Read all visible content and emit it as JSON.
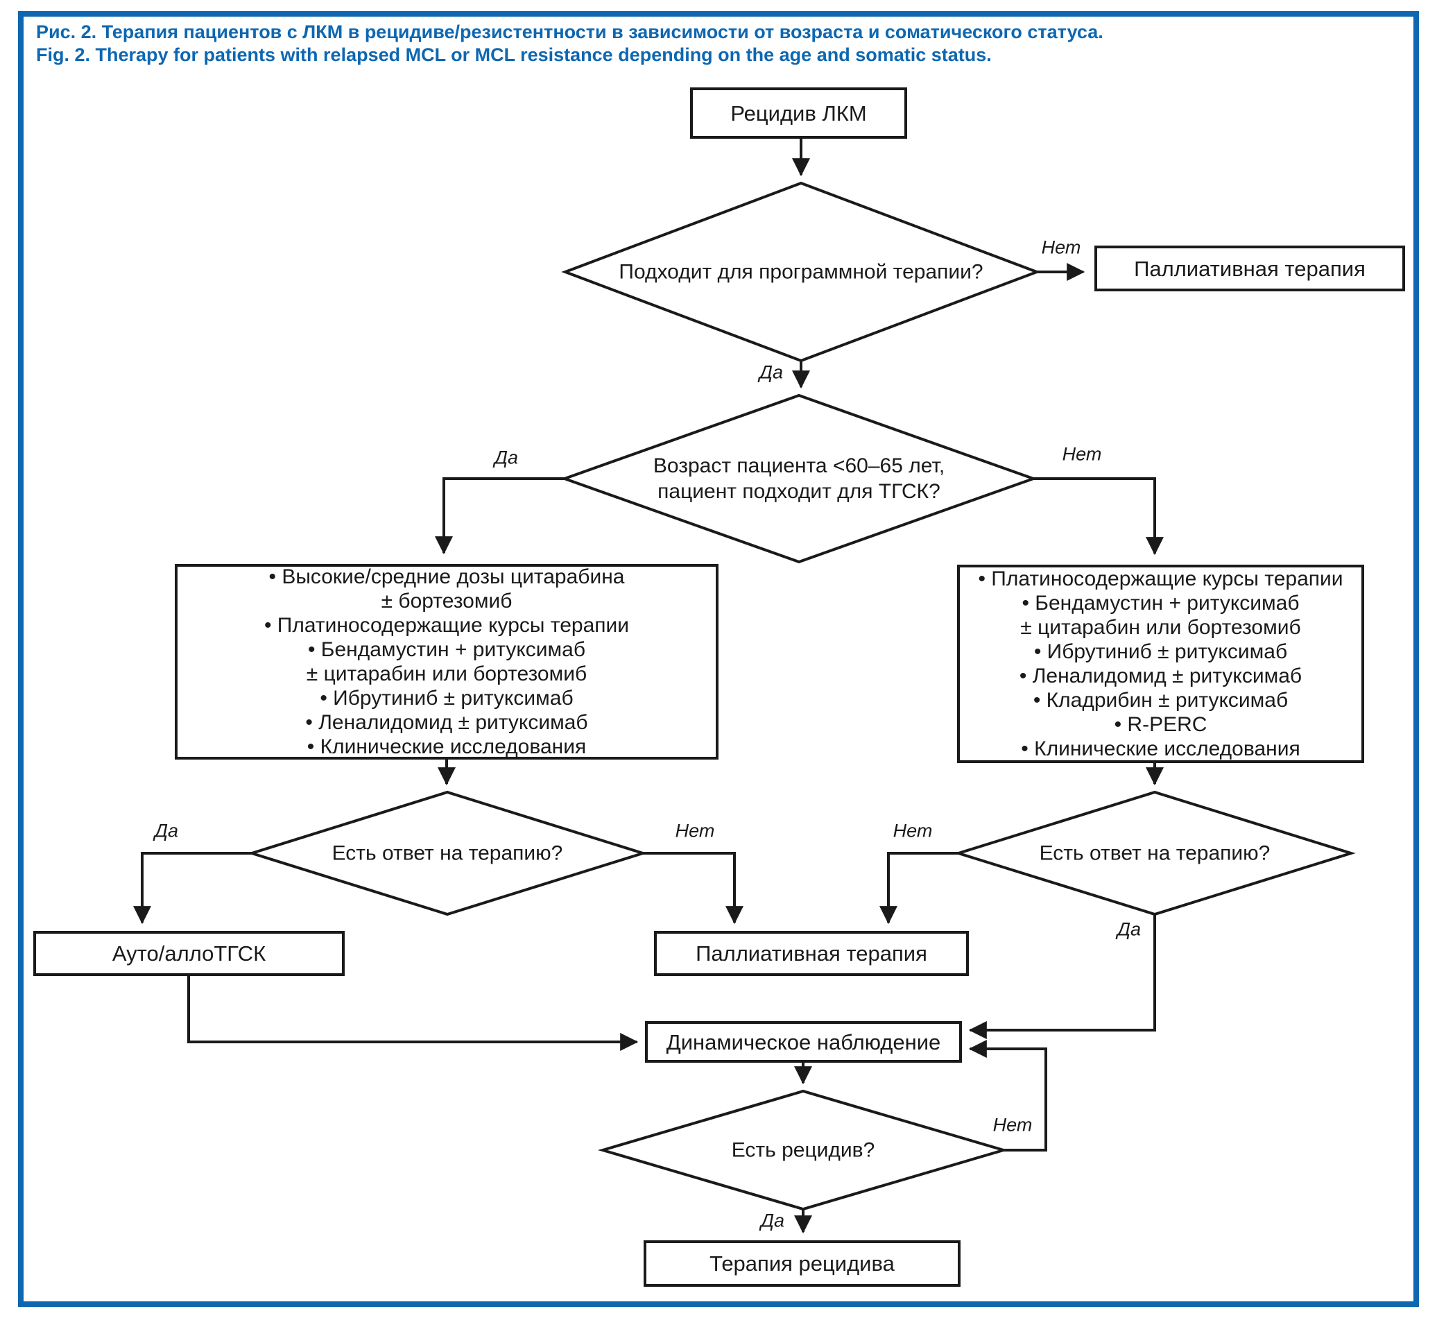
{
  "figure": {
    "caption_ru": "Рис. 2. Терапия пациентов с ЛКМ в рецидиве/резистентности в зависимости от возраста и соматического статуса.",
    "caption_en": "Fig. 2. Therapy for patients with relapsed MCL or MCL resistance depending on the age and somatic status."
  },
  "colors": {
    "frame_blue": "#0f67b1",
    "caption_blue": "#0d67b2",
    "line_black": "#1a1a1a"
  },
  "labels": {
    "yes": "Да",
    "no": "Нет"
  },
  "nodes": {
    "start": "Рецидив ЛКМ",
    "decision_program_therapy": "Подходит для программной терапии?",
    "palliative_top": "Паллиативная терапия",
    "decision_age_line1": "Возраст пациента <60–65 лет,",
    "decision_age_line2": "пациент подходит для ТГСК?",
    "young_options": [
      "• Высокие/средние дозы цитарабина",
      "± бортезомиб",
      "• Платиносодержащие курсы терапии",
      "• Бендамустин + ритуксимаб",
      "± цитарабин или бортезомиб",
      "• Ибрутиниб ± ритуксимаб",
      "• Леналидомид ± ритуксимаб",
      "• Клинические исследования"
    ],
    "older_options": [
      "• Платиносодержащие курсы терапии",
      "• Бендамустин + ритуксимаб",
      "± цитарабин или бортезомиб",
      "• Ибрутиниб ± ритуксимаб",
      "• Леналидомид ± ритуксимаб",
      "• Кладрибин ± ритуксимаб",
      "• R-PERC",
      "• Клинические исследования"
    ],
    "decision_response_left": "Есть ответ на терапию?",
    "decision_response_right": "Есть ответ на терапию?",
    "auto_allo": "Ауто/аллоТГСК",
    "palliative_mid": "Паллиативная терапия",
    "observation": "Динамическое наблюдение",
    "decision_relapse": "Есть рецидив?",
    "relapse_therapy": "Терапия рецидива"
  }
}
